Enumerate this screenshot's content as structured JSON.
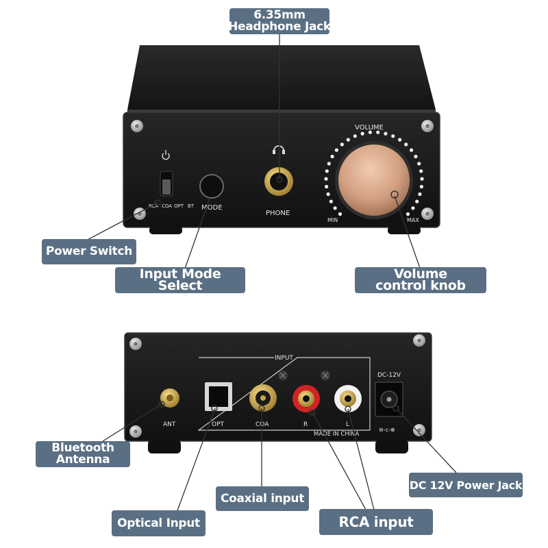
{
  "front_panel": {
    "volume_label": "VOLUME",
    "min_label": "MIN",
    "max_label": "MAX",
    "phone_label": "PHONE",
    "mode_label": "MODE",
    "inputs": [
      "RCA",
      "COA",
      "OPT",
      "BT"
    ]
  },
  "rear_panel": {
    "input_label": "INPUT",
    "dc_label": "DC-12V",
    "ant_label": "ANT",
    "opt_label": "OPT",
    "coa_label": "COA",
    "r_label": "R",
    "l_label": "L",
    "made_in": "MADE IN CHINA",
    "polarity": "⊖-ᴄ-⊕"
  },
  "callouts": {
    "headphone_line1": "6.35mm",
    "headphone_line2": "Headphone Jack",
    "power_switch": "Power Switch",
    "mode_line1": "Input Mode",
    "mode_line2": "Select",
    "volume_line1": "Volume",
    "volume_line2": "control knob",
    "antenna_line1": "Bluetooth",
    "antenna_line2": "Antenna",
    "dc_power": "DC 12V Power Jack",
    "coaxial": "Coaxial input",
    "optical": "Optical Input",
    "rca": "RCA input"
  },
  "colors": {
    "callout_bg": "#5a6f83",
    "chassis": "#1c1c1c",
    "knob": "#d9a98a",
    "gold": "#c9a24a"
  }
}
